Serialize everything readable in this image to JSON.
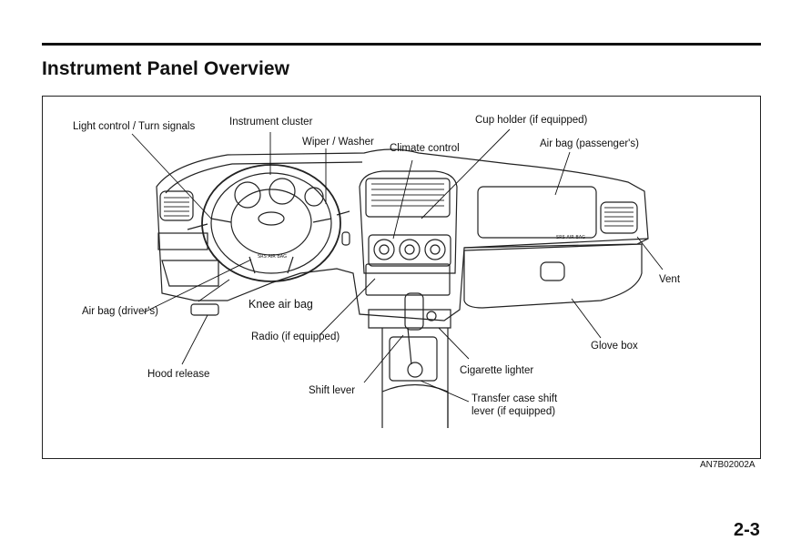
{
  "page": {
    "title": "Instrument Panel Overview",
    "figure_code": "AN7B02002A",
    "page_number": "2-3"
  },
  "labels": {
    "light_control": "Light control / Turn signals",
    "instrument_cluster": "Instrument cluster",
    "wiper_washer": "Wiper / Washer",
    "climate_control": "Climate control",
    "cup_holder": "Cup holder (if equipped)",
    "airbag_passenger": "Air bag (passenger's)",
    "vent": "Vent",
    "airbag_driver": "Air bag (driver's)",
    "knee_airbag": "Knee air bag",
    "radio": "Radio (if equipped)",
    "glove_box": "Glove box",
    "hood_release": "Hood release",
    "cigarette_lighter": "Cigarette lighter",
    "shift_lever": "Shift lever",
    "transfer_case_line1": "Transfer case shift",
    "transfer_case_line2": "lever (if equipped)"
  },
  "panel_marks": {
    "srs_passenger": "SRS AIR BAG",
    "srs_wheel": "SRS AIR BAG"
  },
  "icons": [
    "steering-wheel",
    "vent-grille",
    "climate-knob",
    "glove-box-latch"
  ]
}
